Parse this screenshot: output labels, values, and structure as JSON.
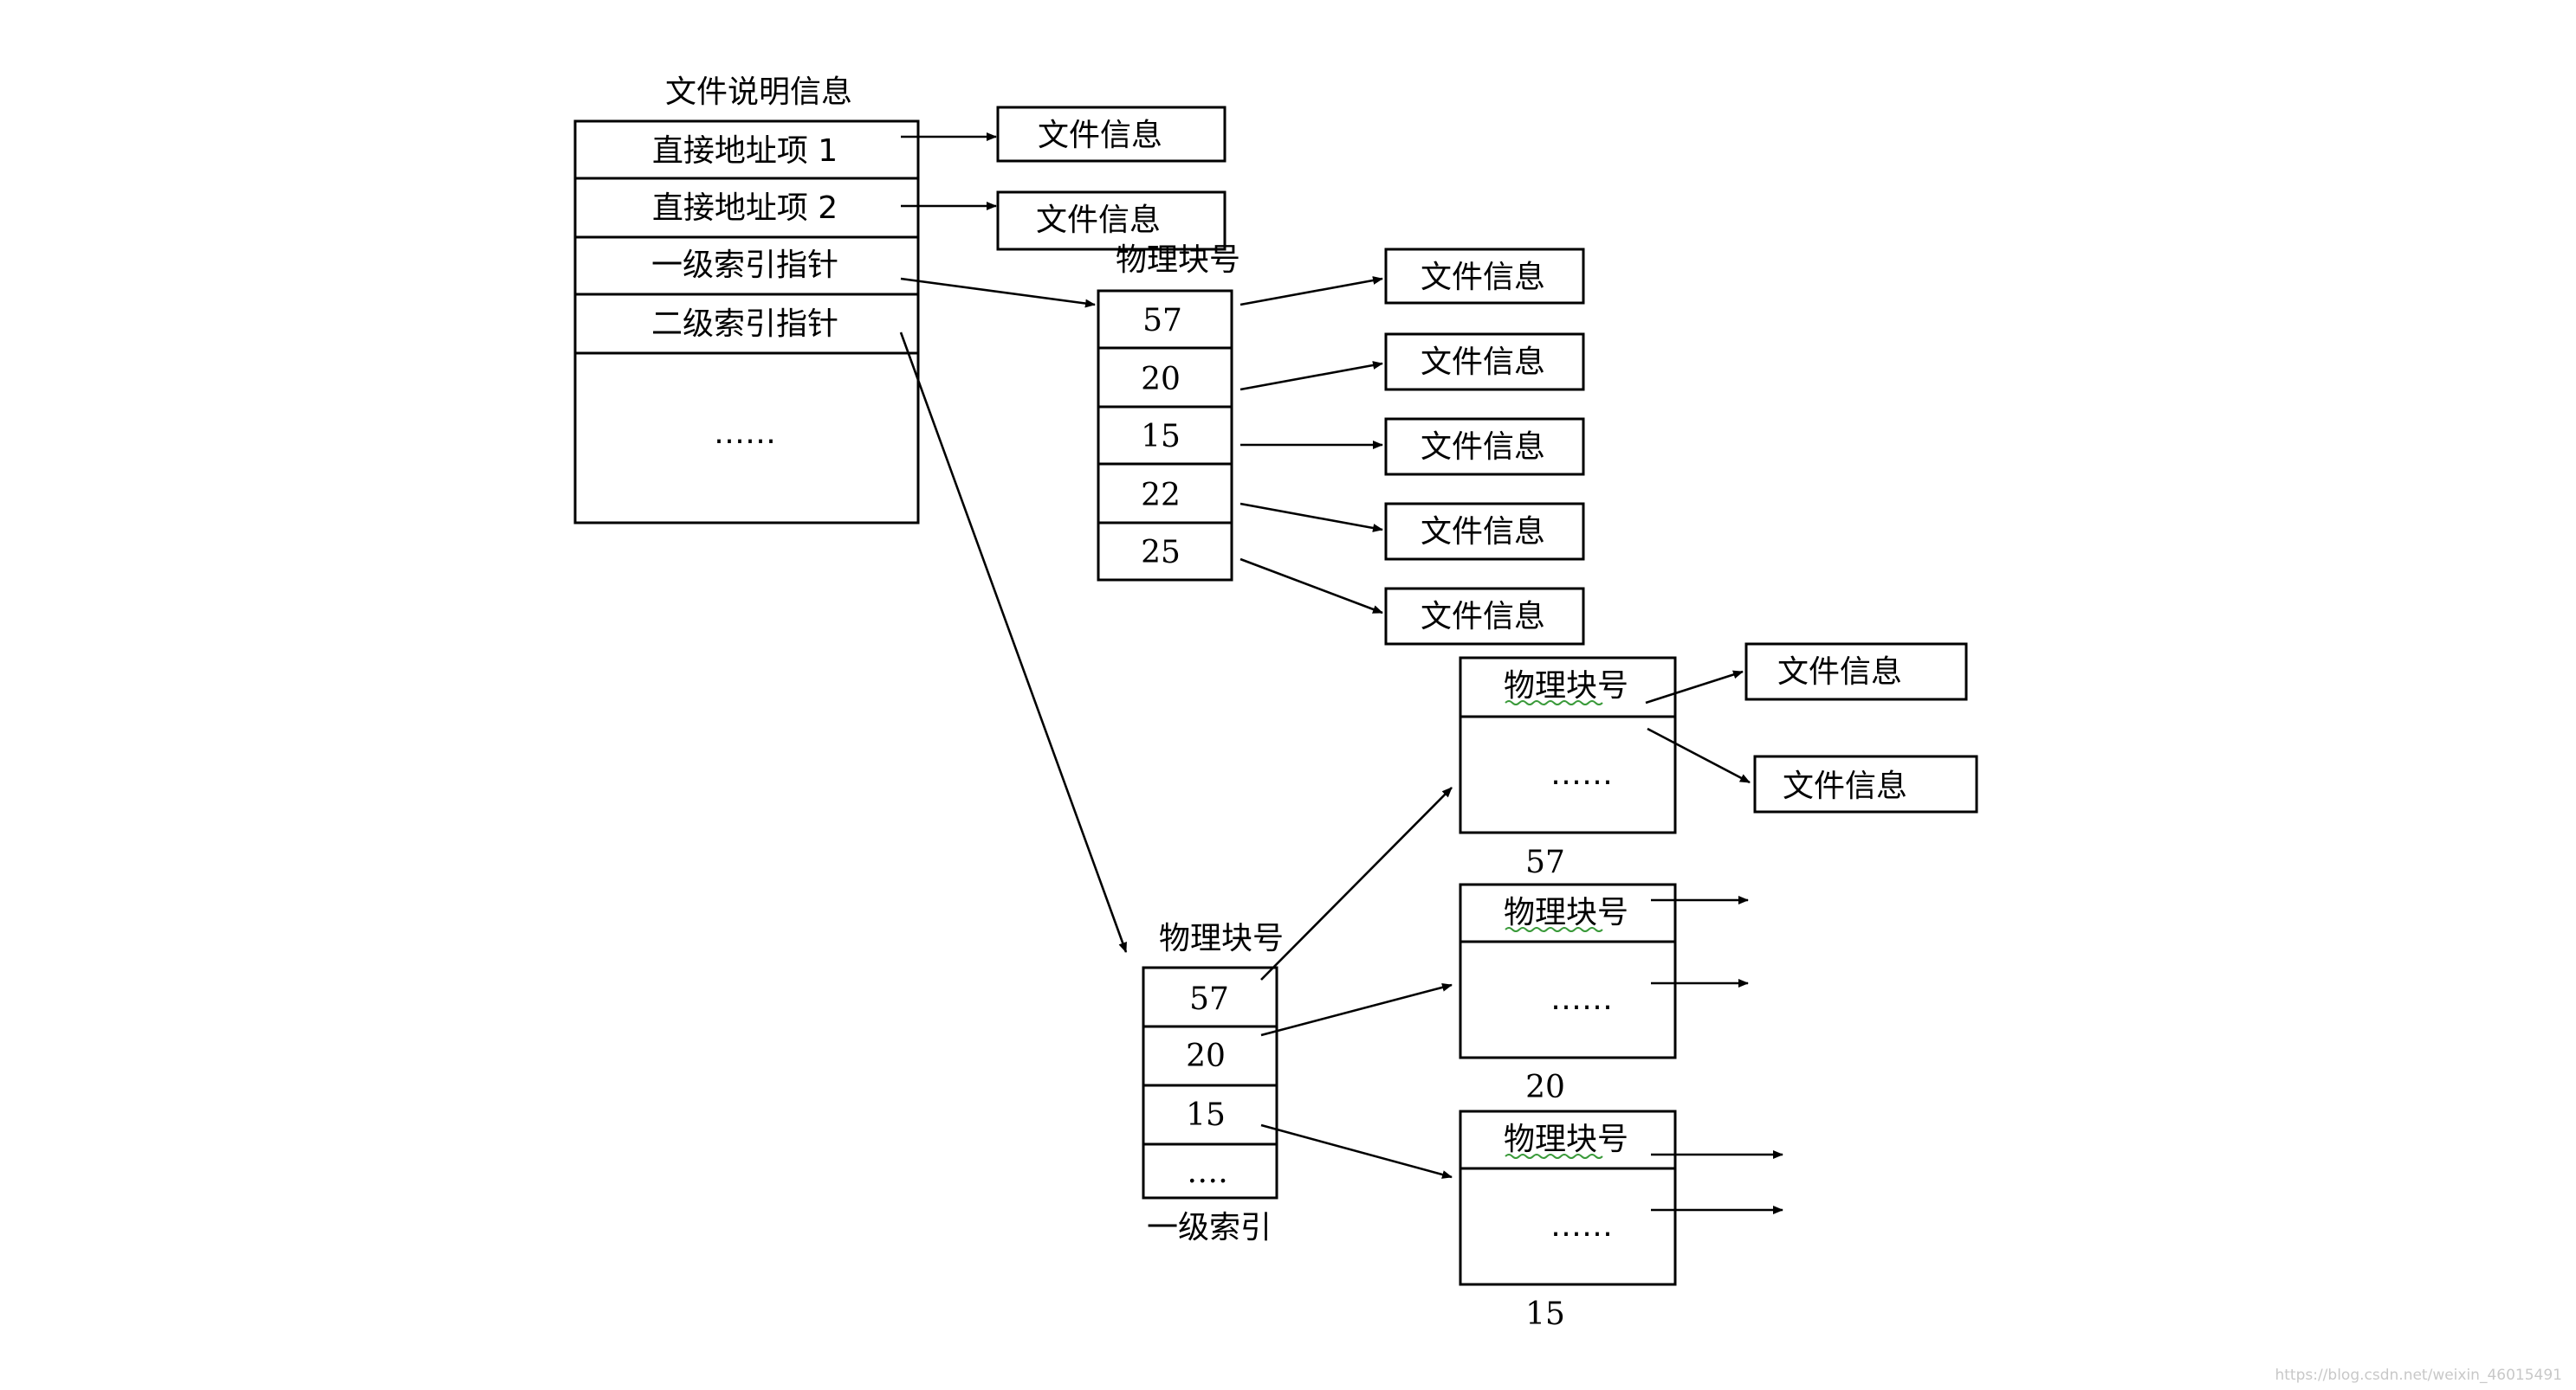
{
  "fcb": {
    "title": "文件说明信息",
    "rows": [
      "直接地址项 1",
      "直接地址项 2",
      "一级索引指针",
      "二级索引指针"
    ],
    "ellipsis": "……"
  },
  "file_info_label": "文件信息",
  "physical_block_label": "物理块号",
  "level1_index": {
    "header": "物理块号",
    "values": [
      "57",
      "20",
      "15",
      "22",
      "25"
    ]
  },
  "level2_index": {
    "header": "物理块号",
    "values": [
      "57",
      "20",
      "15"
    ],
    "ellipsis": "….",
    "caption": "一级索引"
  },
  "sub_blocks": [
    {
      "number": "57",
      "ellipsis": "……"
    },
    {
      "number": "20",
      "ellipsis": "……"
    },
    {
      "number": "15",
      "ellipsis": "……"
    }
  ],
  "watermark": "https://blog.csdn.net/weixin_46015491"
}
